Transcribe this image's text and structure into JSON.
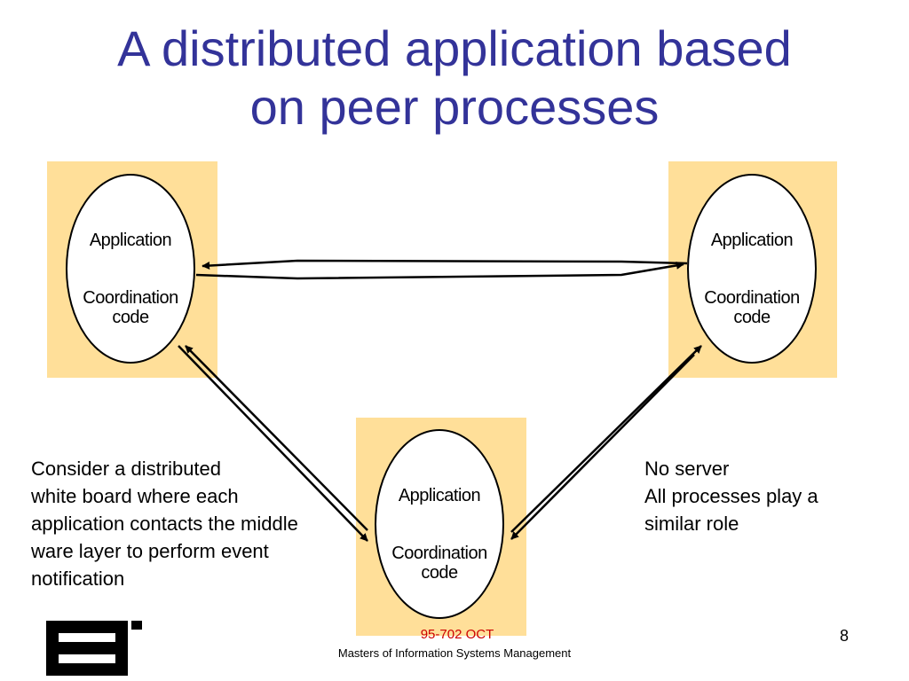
{
  "slide": {
    "title_line1": "A distributed application based",
    "title_line2": "on peer processes"
  },
  "processes": [
    {
      "app_label": "Application",
      "coord_label_1": "Coordination",
      "coord_label_2": "code"
    },
    {
      "app_label": "Application",
      "coord_label_1": "Coordination",
      "coord_label_2": "code"
    },
    {
      "app_label": "Application",
      "coord_label_1": "Coordination",
      "coord_label_2": "code"
    }
  ],
  "left_note": [
    "Consider a distributed",
    "white board where each",
    "application contacts the middle",
    "ware layer to perform event",
    "notification"
  ],
  "right_note": [
    "No server",
    "All processes play a",
    "similar role"
  ],
  "footer": {
    "course": "95-702 OCT",
    "program": "Masters of Information Systems Management",
    "page_number": "8"
  },
  "colors": {
    "title": "#333399",
    "box_fill": "#ffdf99",
    "course_text": "#cc0000"
  },
  "icons": {
    "logo": "cmu-heinz-logo"
  }
}
